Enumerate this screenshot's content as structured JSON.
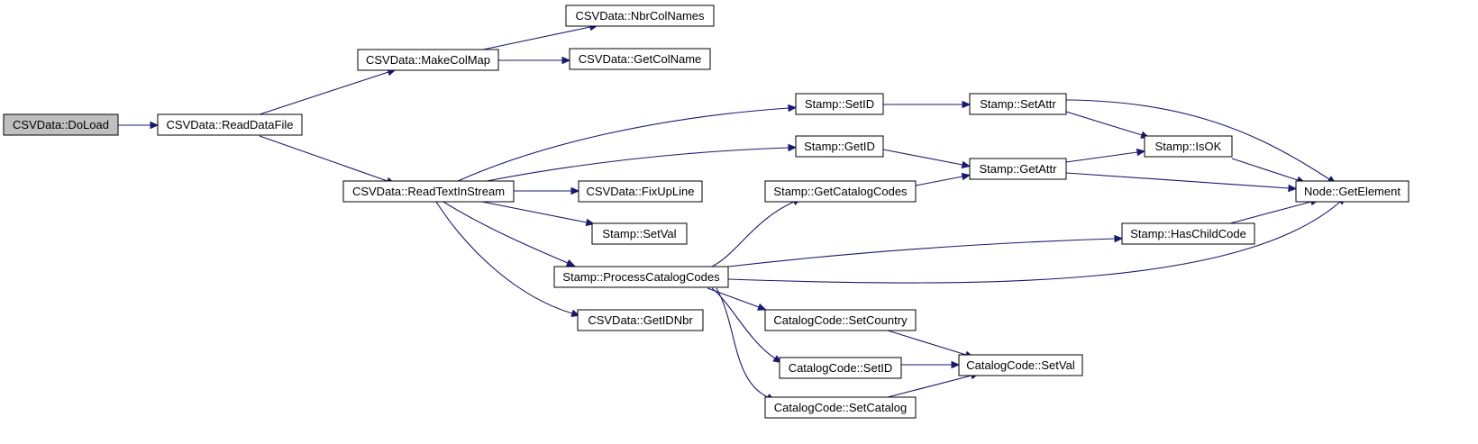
{
  "colors": {
    "edge": "#191970",
    "root_fill": "#bfbfbf",
    "node_fill": "#ffffff",
    "node_stroke": "#000000"
  },
  "nodes": [
    {
      "id": "doload",
      "label": "CSVData::DoLoad",
      "root": true
    },
    {
      "id": "readdatafile",
      "label": "CSVData::ReadDataFile"
    },
    {
      "id": "makecolmap",
      "label": "CSVData::MakeColMap"
    },
    {
      "id": "nbrcolnames",
      "label": "CSVData::NbrColNames"
    },
    {
      "id": "getcolname",
      "label": "CSVData::GetColName"
    },
    {
      "id": "readtextinstream",
      "label": "CSVData::ReadTextInStream"
    },
    {
      "id": "fixupline",
      "label": "CSVData::FixUpLine"
    },
    {
      "id": "setval",
      "label": "Stamp::SetVal"
    },
    {
      "id": "processcatalogcodes",
      "label": "Stamp::ProcessCatalogCodes"
    },
    {
      "id": "getidnbr",
      "label": "CSVData::GetIDNbr"
    },
    {
      "id": "setid",
      "label": "Stamp::SetID"
    },
    {
      "id": "getid",
      "label": "Stamp::GetID"
    },
    {
      "id": "setattr",
      "label": "Stamp::SetAttr"
    },
    {
      "id": "getattr",
      "label": "Stamp::GetAttr"
    },
    {
      "id": "getcatalogcodes",
      "label": "Stamp::GetCatalogCodes"
    },
    {
      "id": "isok",
      "label": "Stamp::IsOK"
    },
    {
      "id": "haschildcode",
      "label": "Stamp::HasChildCode"
    },
    {
      "id": "getelement",
      "label": "Node::GetElement"
    },
    {
      "id": "cc_setcountry",
      "label": "CatalogCode::SetCountry"
    },
    {
      "id": "cc_setid",
      "label": "CatalogCode::SetID"
    },
    {
      "id": "cc_setcatalog",
      "label": "CatalogCode::SetCatalog"
    },
    {
      "id": "cc_setval",
      "label": "CatalogCode::SetVal"
    }
  ],
  "edges": [
    [
      "doload",
      "readdatafile"
    ],
    [
      "readdatafile",
      "makecolmap"
    ],
    [
      "readdatafile",
      "readtextinstream"
    ],
    [
      "makecolmap",
      "nbrcolnames"
    ],
    [
      "makecolmap",
      "getcolname"
    ],
    [
      "readtextinstream",
      "setid"
    ],
    [
      "readtextinstream",
      "getid"
    ],
    [
      "readtextinstream",
      "fixupline"
    ],
    [
      "readtextinstream",
      "setval"
    ],
    [
      "readtextinstream",
      "processcatalogcodes"
    ],
    [
      "readtextinstream",
      "getidnbr"
    ],
    [
      "setid",
      "setattr"
    ],
    [
      "getid",
      "getattr"
    ],
    [
      "setattr",
      "isok"
    ],
    [
      "setattr",
      "getelement"
    ],
    [
      "getattr",
      "isok"
    ],
    [
      "getattr",
      "getelement"
    ],
    [
      "isok",
      "getelement"
    ],
    [
      "getcatalogcodes",
      "getattr"
    ],
    [
      "haschildcode",
      "getelement"
    ],
    [
      "processcatalogcodes",
      "getcatalogcodes"
    ],
    [
      "processcatalogcodes",
      "haschildcode"
    ],
    [
      "processcatalogcodes",
      "getelement"
    ],
    [
      "processcatalogcodes",
      "cc_setcountry"
    ],
    [
      "processcatalogcodes",
      "cc_setid"
    ],
    [
      "processcatalogcodes",
      "cc_setcatalog"
    ],
    [
      "cc_setcountry",
      "cc_setval"
    ],
    [
      "cc_setid",
      "cc_setval"
    ],
    [
      "cc_setcatalog",
      "cc_setval"
    ]
  ]
}
